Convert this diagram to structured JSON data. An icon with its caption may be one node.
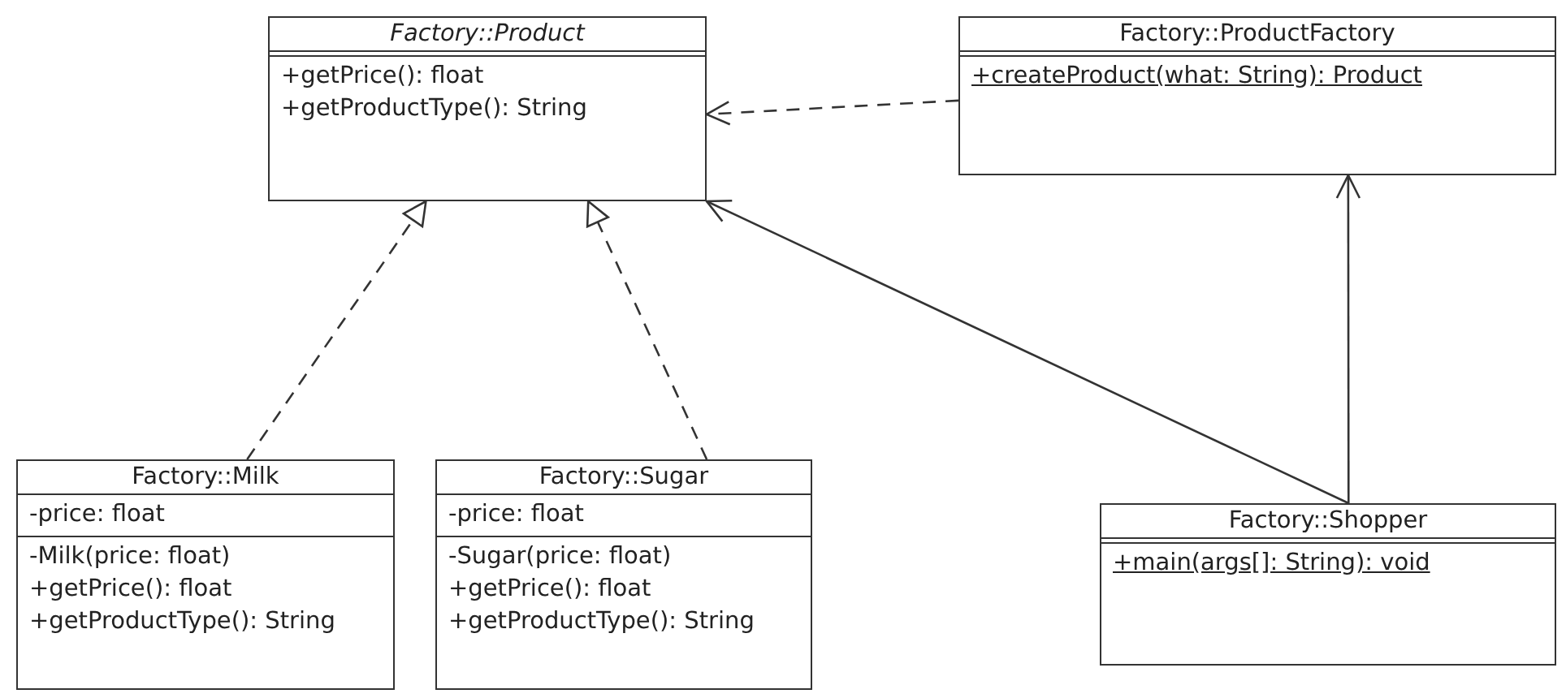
{
  "diagram": {
    "nodes": [
      {
        "text": [
          "Factory::Product",
          "+getPrice(): float",
          "+getProductType(): String"
        ]
      },
      {
        "text": [
          "Factory::ProductFactory",
          "+createProduct(what: String): Product"
        ]
      },
      {
        "text": [
          "Factory::Milk",
          "-price: float",
          "-Milk(price: float)",
          "+getPrice(): float",
          "+getProductType(): String"
        ]
      },
      {
        "text": [
          "Factory::Sugar",
          "-price: float",
          "-Sugar(price: float)",
          "+getPrice(): float",
          "+getProductType(): String"
        ]
      },
      {
        "text": [
          "Factory::Shopper",
          "+main(args[]: String): void"
        ]
      }
    ],
    "edges": [
      {
        "from": 2,
        "to": 0,
        "arrow": "to",
        "style": "dashed"
      },
      {
        "from": 3,
        "to": 0,
        "arrow": "to",
        "style": "dashed"
      },
      {
        "from": 1,
        "to": 0,
        "arrow": "to",
        "style": "dashed"
      },
      {
        "from": 4,
        "to": 0,
        "arrow": "to"
      },
      {
        "from": 4,
        "to": 1,
        "arrow": "to"
      }
    ]
  }
}
